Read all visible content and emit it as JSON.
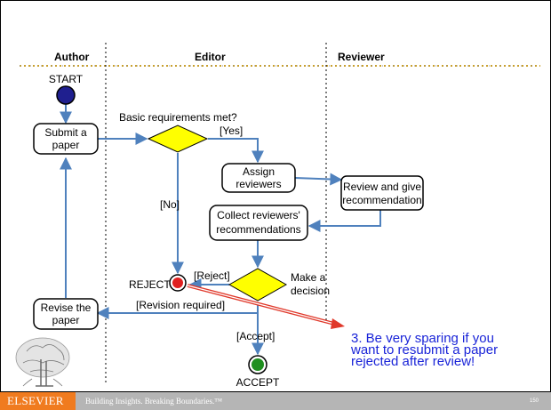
{
  "lanes": {
    "author": "Author",
    "editor": "Editor",
    "reviewer": "Reviewer"
  },
  "nodes": {
    "start": "START",
    "submit": [
      "Submit a",
      "paper"
    ],
    "basic_req": "Basic requirements met?",
    "assign": [
      "Assign",
      "reviewers"
    ],
    "review": [
      "Review and give",
      "recommendation"
    ],
    "collect": [
      "Collect reviewers'",
      "recommendations"
    ],
    "make_decision": [
      "Make a",
      "decision"
    ],
    "reject": "REJECT",
    "revise": [
      "Revise the",
      "paper"
    ],
    "accept": "ACCEPT"
  },
  "edge_labels": {
    "yes": "[Yes]",
    "no": "[No]",
    "reject": "[Reject]",
    "revision": "[Revision required]",
    "accept": "[Accept]"
  },
  "note": [
    "3. Be very sparing if you",
    "want to resubmit a paper",
    "rejected after review!"
  ],
  "footer": {
    "brand": "ELSEVIER",
    "tagline": "Building Insights. Breaking Boundaries.™",
    "page": "150"
  },
  "colors": {
    "arrow": "#4f81bd",
    "diamond": "#ffff00",
    "start": "#1f1f8f",
    "reject": "#e02020",
    "accept": "#1f8f1f",
    "note_text": "#1a24d8",
    "note_arrow": "#e0382a",
    "brand": "#f07b1f",
    "footer_bar": "#b5b5b5"
  }
}
